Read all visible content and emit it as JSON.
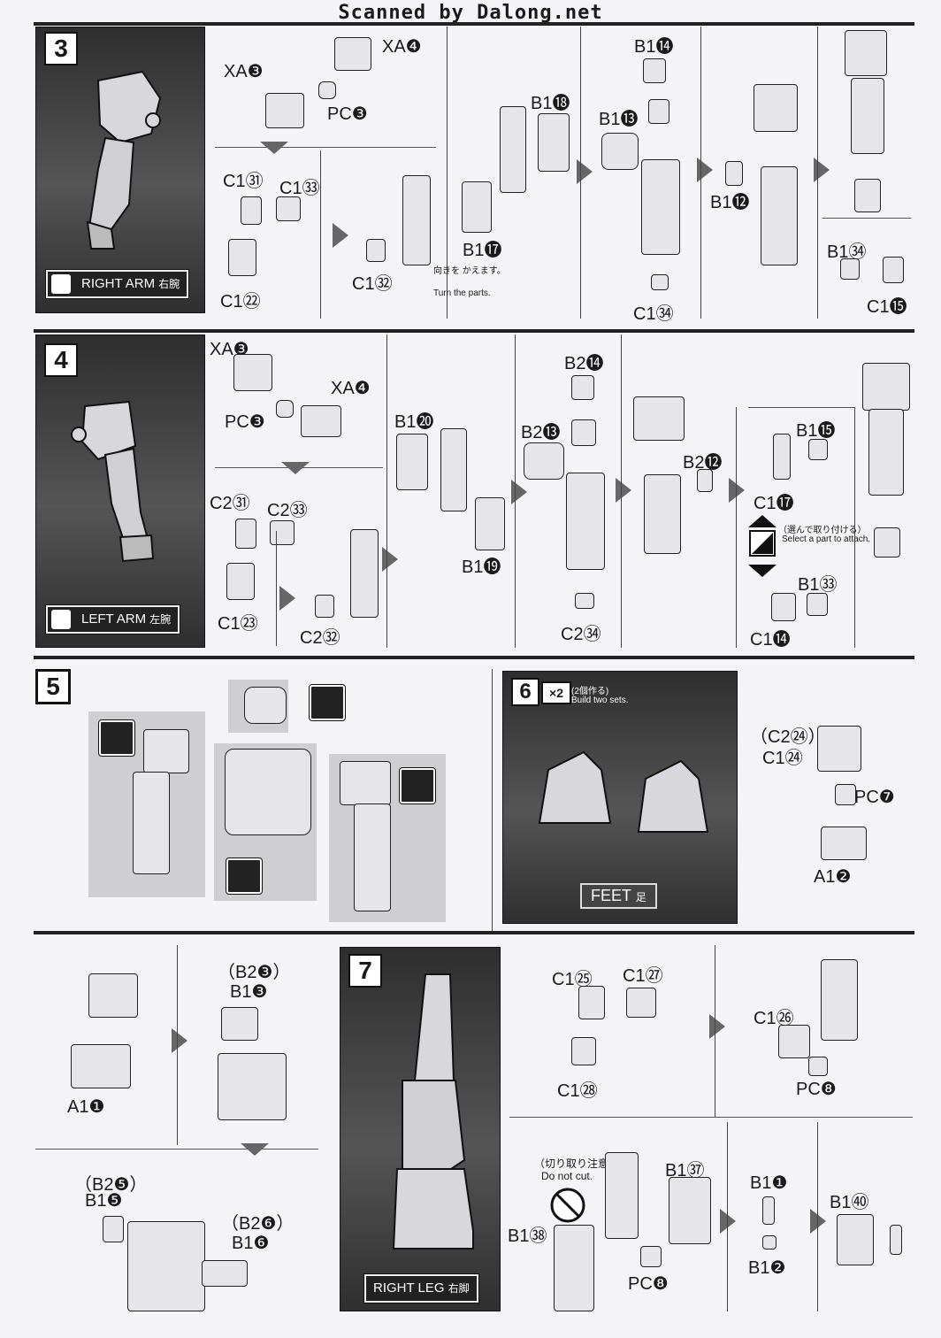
{
  "header": {
    "scan_credit": "Scanned by Dalong.net"
  },
  "step3": {
    "number": "3",
    "badge": {
      "label": "RIGHT ARM",
      "jp": "右腕"
    },
    "parts": {
      "xa3": "XA❸",
      "xa4": "XA❹",
      "pc3": "PC❸",
      "c1_31": "C1㉛",
      "c1_33": "C1㉝",
      "c1_22": "C1㉒",
      "c1_32": "C1㉜",
      "b1_17": "B1⓱",
      "b1_18": "B1⓲",
      "b1_14": "B1⓮",
      "b1_13": "B1⓭",
      "c1_34": "C1㉞",
      "b1_12": "B1⓬",
      "b1_34": "B1㉞",
      "c1_15": "C1⓯"
    },
    "turn_note_jp": "向きを かえます。",
    "turn_note_en": "Turn the parts."
  },
  "step4": {
    "number": "4",
    "badge": {
      "label": "LEFT ARM",
      "jp": "左腕"
    },
    "parts": {
      "xa3": "XA❸",
      "xa4": "XA❹",
      "pc3": "PC❸",
      "c2_31": "C2㉛",
      "c2_33": "C2㉝",
      "c1_23": "C1㉓",
      "c2_32": "C2㉜",
      "b1_20": "B1⓴",
      "b1_19": "B1⓳",
      "b2_14": "B2⓮",
      "b2_13": "B2⓭",
      "c2_34": "C2㉞",
      "b2_12": "B2⓬",
      "b1_15": "B1⓯",
      "c1_17": "C1⓱",
      "b1_33": "B1㉝",
      "c1_14": "C1⓮"
    },
    "select_note_jp": "（選んで取り付ける）",
    "select_note_en": "Select a part to attach."
  },
  "step5": {
    "number": "5"
  },
  "step6": {
    "number": "6",
    "multiplier": "×2",
    "sets_jp": "(2個作る)",
    "sets_en": "Build two sets.",
    "badge": {
      "label": "FEET",
      "jp": "足"
    },
    "parts": {
      "c2_24": "（C2㉔）",
      "c1_24": "C1㉔",
      "pc7": "PC❼",
      "a1_2": "A1❷"
    }
  },
  "step6b": {
    "parts": {
      "a1_1": "A1❶",
      "b2_3": "（B2❸）",
      "b1_3": "B1❸",
      "b2_5": "（B2❺）",
      "b1_5": "B1❺",
      "b2_6": "（B2❻）",
      "b1_6": "B1❻"
    }
  },
  "step7": {
    "number": "7",
    "badge": {
      "label": "RIGHT LEG",
      "jp": "右脚"
    },
    "parts": {
      "c1_25": "C1㉕",
      "c1_27": "C1㉗",
      "c1_28": "C1㉘",
      "c1_26": "C1㉖",
      "pc8a": "PC❽",
      "b1_38": "B1㊳",
      "b1_37": "B1㊲",
      "pc8b": "PC❽",
      "b1_1": "B1❶",
      "b1_2": "B1❷",
      "b1_40": "B1㊵"
    },
    "cut_note_jp": "（切り取り注意）",
    "cut_note_en": "Do not cut."
  },
  "colors": {
    "panel_dark": "#3a3a3a",
    "ink": "#1a1a1a",
    "arrow": "#666666",
    "page": "#f4f3f6"
  }
}
